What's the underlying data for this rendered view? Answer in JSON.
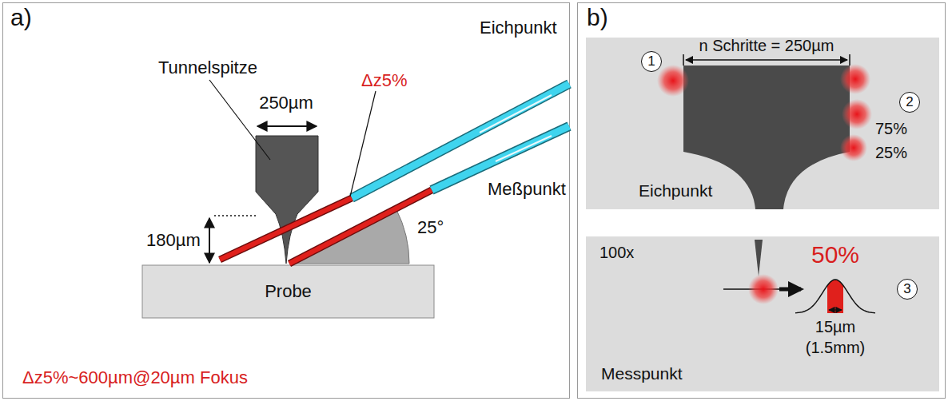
{
  "diagram": {
    "nodes": [
      {
        "text": [
          "a)"
        ]
      },
      {
        "text": [
          "Probe"
        ],
        "in": 0
      },
      {
        "text": [
          "b)"
        ]
      },
      {
        "text": [
          "Eichpunkt"
        ],
        "in": 2
      },
      {
        "text": [
          "1"
        ],
        "in": 3
      },
      {
        "text": [
          "2"
        ],
        "in": 3
      },
      {
        "text": [
          "Messpunkt"
        ],
        "in": 2
      },
      {
        "text": [
          "3"
        ],
        "in": 6
      }
    ],
    "labels": [
      "250µm",
      "Tunnelspitze",
      "Eichpunkt",
      "Δz5%",
      "Meßpunkt",
      "180µm",
      "25°",
      "Δz5%~600µm@20µm Fokus",
      "n Schritte = 250µm",
      "75%",
      "25%",
      "100x",
      "50%",
      "15µm",
      "(1.5mm)"
    ]
  }
}
